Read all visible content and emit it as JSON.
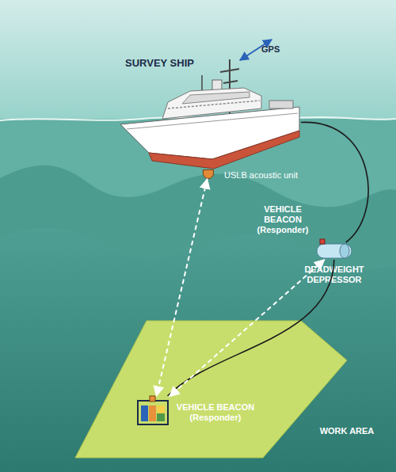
{
  "diagram": {
    "nodes": [
      {
        "text": [
          "SURVEY SHIP"
        ]
      },
      {
        "text": [
          "USLB acoustic unit"
        ]
      },
      {
        "text": [
          "VEHICLE BEACON (Responder)",
          "DEADWEIGHT DEPRESSOR"
        ]
      },
      {
        "text": [
          "WORK AREA"
        ]
      },
      {
        "text": [
          "VEHICLE BEACON (Responder)"
        ],
        "in": 3
      }
    ],
    "edges": [
      {
        "from": 0,
        "to": 2,
        "arrow": "none"
      },
      {
        "from": 2,
        "to": 4,
        "arrow": "none"
      },
      {
        "from": 1,
        "to": 4,
        "arrow": "both"
      },
      {
        "from": 2,
        "to": 4,
        "arrow": "both"
      }
    ],
    "labels": [
      "GPS"
    ]
  }
}
